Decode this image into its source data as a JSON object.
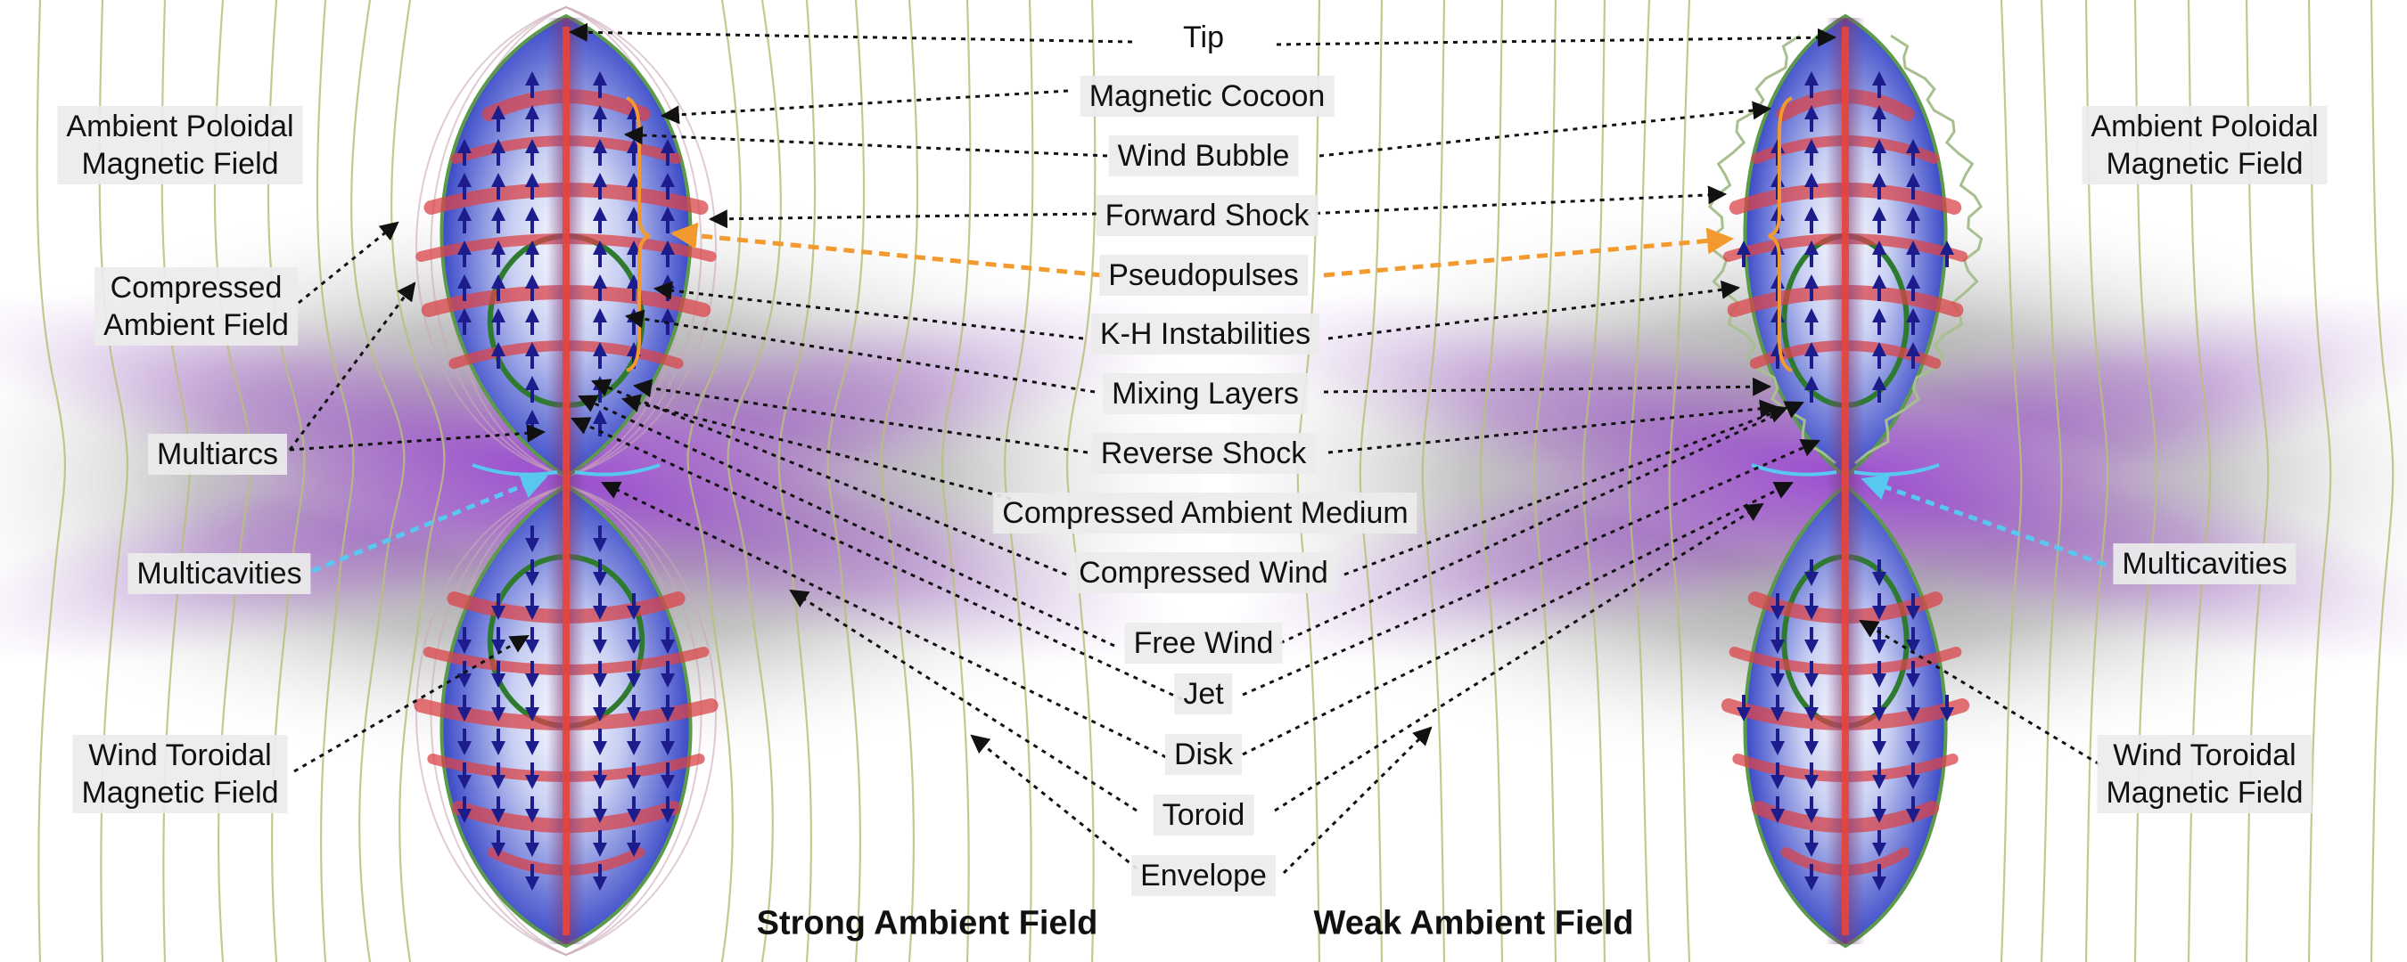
{
  "labels": {
    "center": [
      "Tip",
      "Magnetic Cocoon",
      "Wind Bubble",
      "Forward Shock",
      "Pseudopulses",
      "K-H Instabilities",
      "Mixing Layers",
      "Reverse Shock",
      "Compressed Ambient Medium",
      "Compressed Wind",
      "Free Wind",
      "Jet",
      "Disk",
      "Toroid",
      "Envelope"
    ],
    "left": {
      "ambient_poloidal": "Ambient Poloidal\nMagnetic Field",
      "compressed_ambient": "Compressed\nAmbient Field",
      "multiarcs": "Multiarcs",
      "multicavities": "Multicavities",
      "wind_toroidal": "Wind Toroidal\nMagnetic Field"
    },
    "right": {
      "ambient_poloidal": "Ambient Poloidal\nMagnetic Field",
      "multicavities": "Multicavities",
      "wind_toroidal": "Wind Toroidal\nMagnetic Field"
    }
  },
  "panel_titles": {
    "strong": "Strong Ambient Field",
    "weak": "Weak Ambient Field"
  },
  "colors": {
    "field_lines": "#b9c07a",
    "cocoon_edge": "#5a9a4a",
    "wind_shell": "#2e7a2e",
    "jet": "#e8453c",
    "toroidal_arcs": "#d9444a",
    "arrows": "#1c1c8c",
    "disk": "#a45ec8",
    "envelope": "#6e6e6e",
    "pseudopulse_marker": "#f29a2e",
    "cavity_marker": "#58c8f0"
  }
}
